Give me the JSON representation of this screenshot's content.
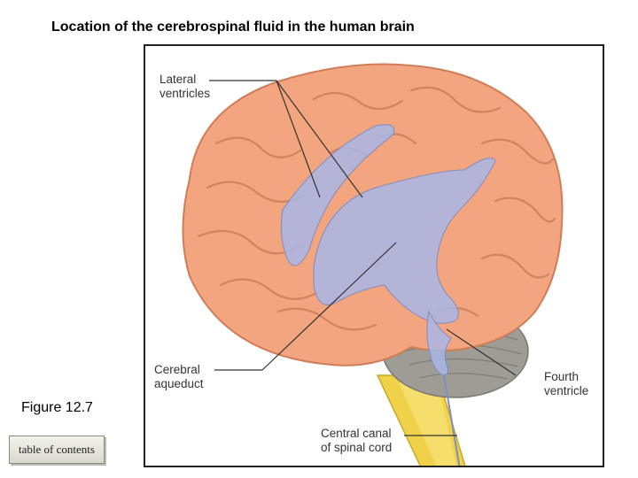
{
  "title": "Location of the cerebrospinal fluid in the human brain",
  "figure_caption": "Figure 12.7",
  "toc_button_label": "table of contents",
  "labels": {
    "lateral_ventricles": [
      "Lateral",
      "ventricles"
    ],
    "cerebral_aqueduct": [
      "Cerebral",
      "aqueduct"
    ],
    "fourth_ventricle": [
      "Fourth",
      "ventricle"
    ],
    "central_canal": [
      "Central canal",
      "of spinal cord"
    ]
  },
  "colors": {
    "brain": "#f2a57e",
    "brain_shadow": "#dd8a63",
    "ventricles": "#a9b7e8",
    "spinal_cord": "#f0d24a",
    "cerebellum": "#9e9c94",
    "leader_line": "#333333"
  }
}
